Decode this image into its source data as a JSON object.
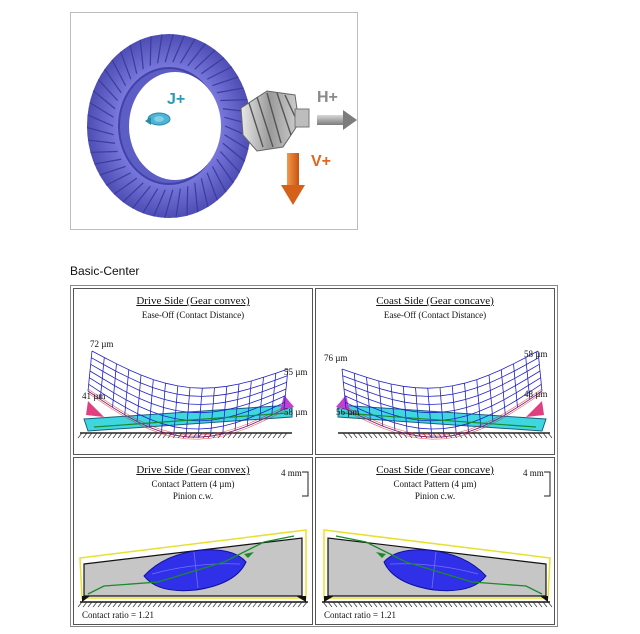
{
  "top_figure": {
    "labels": {
      "j": "J+",
      "h": "H+",
      "v": "V+"
    },
    "colors": {
      "gear": "#6e6ed0",
      "j_color": "#2a9bb8",
      "h_color": "#909090",
      "v_color": "#e0671c"
    }
  },
  "section_title": "Basic-Center",
  "panels": {
    "drive_ease": {
      "title": "Drive Side  (Gear convex)",
      "subtitle": "Ease-Off (Contact Distance)",
      "labels": {
        "tl": "72 µm",
        "tr": "55 µm",
        "bl": "41 µm",
        "br": "58 µm"
      }
    },
    "coast_ease": {
      "title": "Coast Side  (Gear concave)",
      "subtitle": "Ease-Off (Contact Distance)",
      "labels": {
        "tl": "76 µm",
        "tr": "58 µm",
        "bl": "56 µm",
        "br": "48 µm"
      }
    },
    "drive_contact": {
      "title": "Drive Side  (Gear convex)",
      "subtitle1": "Contact Pattern  (4 µm)",
      "subtitle2": "Pinion c.w.",
      "scale": "4 mm",
      "ratio": "Contact ratio = 1.21"
    },
    "coast_contact": {
      "title": "Coast Side  (Gear concave)",
      "subtitle1": "Contact Pattern  (4 µm)",
      "subtitle2": "Pinion c.w.",
      "scale": "4 mm",
      "ratio": "Contact ratio = 1.21"
    }
  }
}
